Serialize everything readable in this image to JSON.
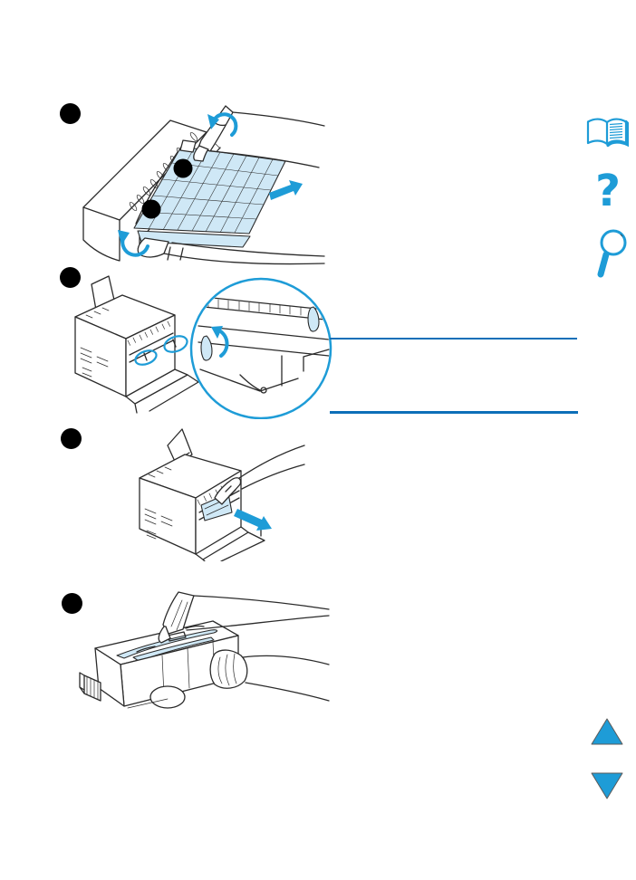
{
  "page": {
    "kind": "printer manual page",
    "background": "#ffffff"
  },
  "colors": {
    "paper": "#ffffff",
    "ink": "#2b2b2b",
    "marker": "#000000",
    "accent": "#1e9cd7",
    "rule": "#0d6fb8",
    "fill_light": "#cfe8f6",
    "fill_mid": "#a9d9ef",
    "tri_outline": "#5a5a5a"
  },
  "steps": [
    {
      "marker": "solid black dot",
      "alt": "Rear output bin tilted off the printer, hand pressing tab, rotate and pull arrows, two black callout dots"
    },
    {
      "marker": "solid black dot",
      "alt": "Rear of printer with magnified circle detail of two fuser levers rotated upward"
    },
    {
      "marker": "solid black dot",
      "alt": "Hand pulling the fuser out of the rear of the printer, arrow pointing out"
    },
    {
      "marker": "solid black dot",
      "alt": "Two hands holding the removed fuser unit"
    }
  ],
  "sidebar": {
    "icons": [
      {
        "name": "book-icon",
        "alt": "open book",
        "glyph": ""
      },
      {
        "name": "question-mark-icon",
        "alt": "question mark",
        "glyph": "?"
      },
      {
        "name": "magnifying-glass-icon",
        "alt": "magnifying glass",
        "glyph": ""
      }
    ]
  },
  "note_block": {
    "rule_count": 2
  },
  "pager": {
    "up": {
      "name": "up-arrow-icon",
      "alt": "up arrow"
    },
    "down": {
      "name": "down-arrow-icon",
      "alt": "down arrow"
    }
  }
}
